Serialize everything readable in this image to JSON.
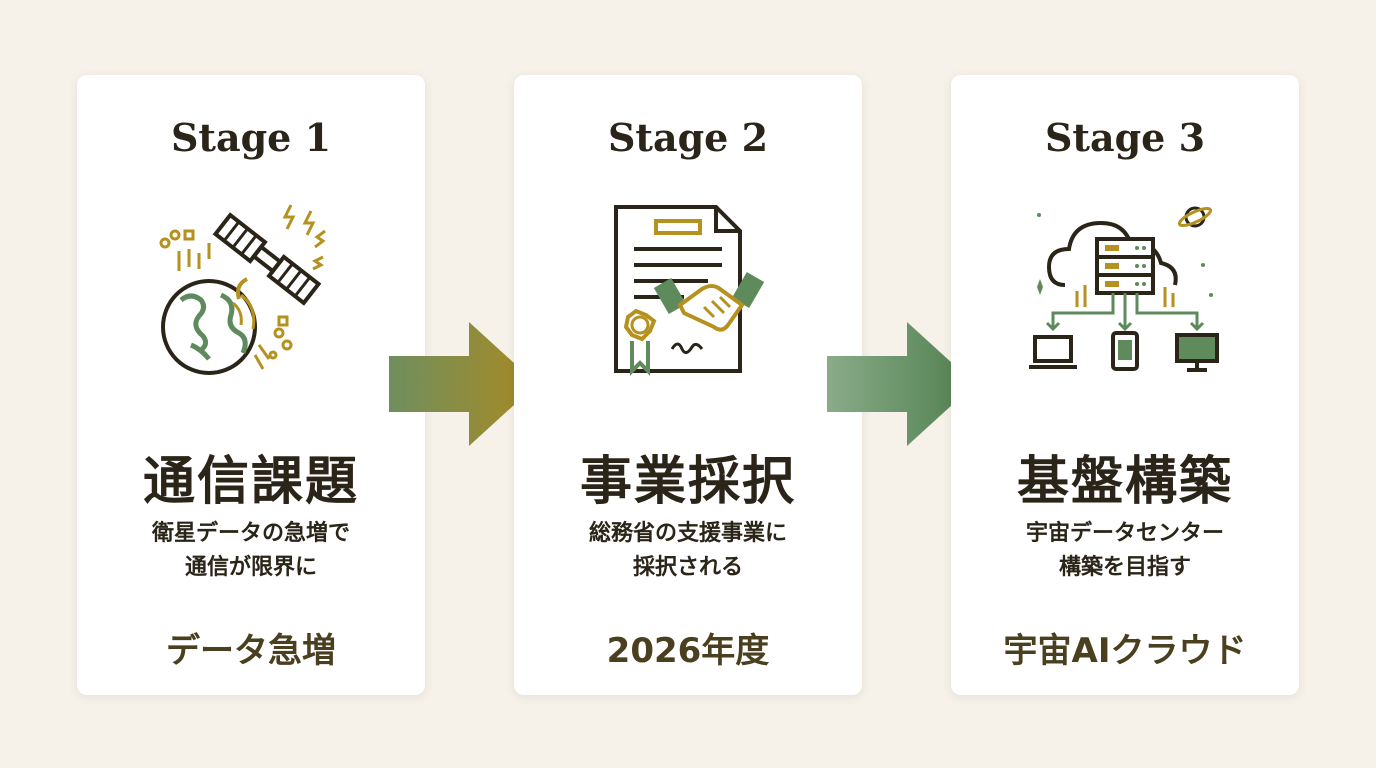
{
  "stages": [
    {
      "title": "Stage 1",
      "heading": "通信課題",
      "desc_line1": "衛星データの急増で",
      "desc_line2": "通信が限界に",
      "keyword": "データ急増",
      "icon": "satellite-earth-icon"
    },
    {
      "title": "Stage 2",
      "heading": "事業採択",
      "desc_line1": "総務省の支援事業に",
      "desc_line2": "採択される",
      "keyword": "2026年度",
      "icon": "contract-handshake-icon"
    },
    {
      "title": "Stage 3",
      "heading": "基盤構築",
      "desc_line1": "宇宙データセンター",
      "desc_line2": "構築を目指す",
      "keyword": "宇宙AIクラウド",
      "icon": "cloud-server-icon"
    }
  ],
  "colors": {
    "background": "#f6f2ea",
    "card": "#ffffff",
    "text_dark": "#2b2418",
    "gold": "#b5921f",
    "green": "#5e8a5c",
    "arrow1_start": "#6f8f5f",
    "arrow1_end": "#a88a22",
    "arrow2_start": "#8aab88",
    "arrow2_end": "#4f7f4f"
  }
}
